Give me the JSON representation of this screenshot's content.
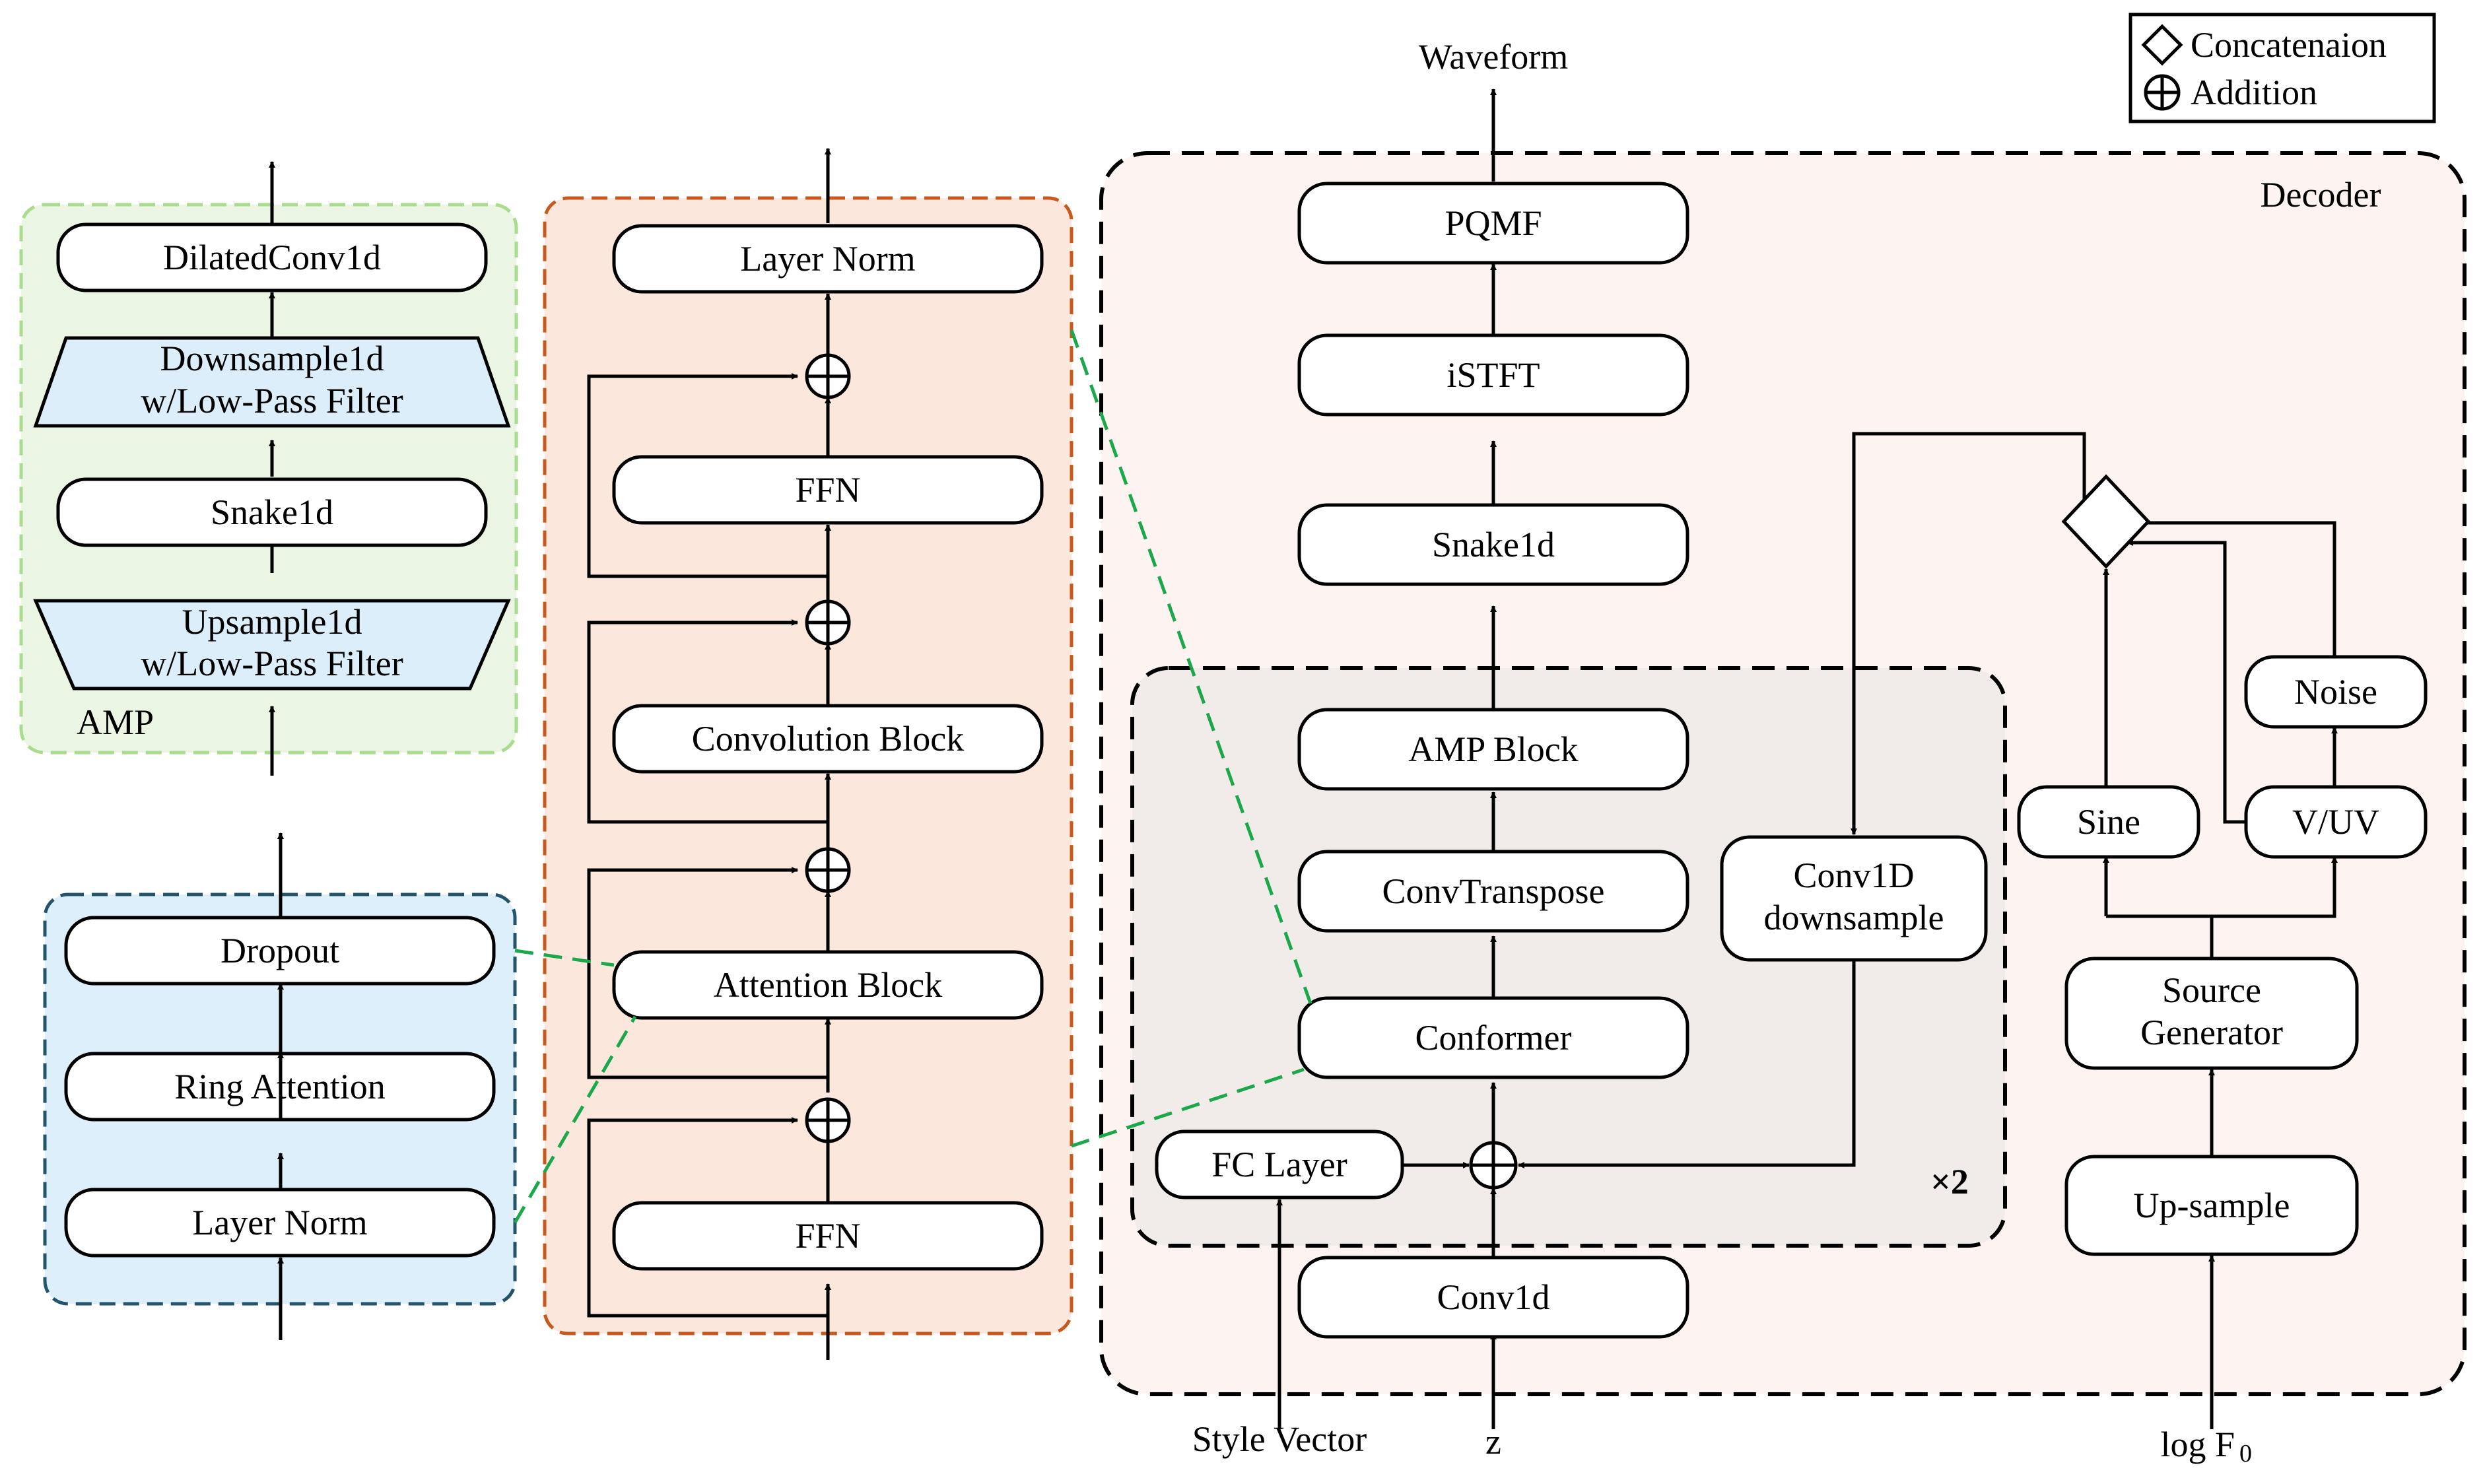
{
  "legend": {
    "concat": "Concatenaion",
    "addition": "Addition"
  },
  "amp_panel": {
    "caption": "AMP",
    "dilated": "DilatedConv1d",
    "down_l1": "Downsample1d",
    "down_l2": "w/Low-Pass Filter",
    "snake": "Snake1d",
    "up_l1": "Upsample1d",
    "up_l2": "w/Low-Pass Filter"
  },
  "attention_panel": {
    "dropout": "Dropout",
    "ring": "Ring Attention",
    "norm": "Layer Norm"
  },
  "conformer_panel": {
    "norm": "Layer Norm",
    "ffn_top": "FFN",
    "conv": "Convolution Block",
    "attn": "Attention Block",
    "ffn_bottom": "FFN"
  },
  "decoder": {
    "title": "Decoder",
    "output": "Waveform",
    "pqmf": "PQMF",
    "istft": "iSTFT",
    "snake": "Snake1d",
    "amp": "AMP Block",
    "convtranspose": "ConvTranspose",
    "conformer": "Conformer",
    "fc": "FC Layer",
    "conv1d": "Conv1d",
    "down_l1": "Conv1D",
    "down_l2": "downsample",
    "repeat_mark": "×2",
    "sine": "Sine",
    "vuv": "V/UV",
    "noise": "Noise",
    "source_l1": "Source",
    "source_l2": "Generator",
    "upsample": "Up-sample",
    "input_style": "Style Vector",
    "input_z": "z",
    "input_f0": "log F",
    "input_f0_sub": "0"
  },
  "colors": {
    "amp_fill": "#ebf5e4",
    "amp_border": "#a9dc8f",
    "attention_fill": "#ddeffa",
    "attention_border": "#24546c",
    "conformer_fill": "#fbe7db",
    "conformer_border": "#c9581d",
    "decoder_fill": "#fdf4f1",
    "inner_fill": "#f1ece9",
    "trapezoid_fill": "#dceefa",
    "link_green": "#1aa84a"
  }
}
